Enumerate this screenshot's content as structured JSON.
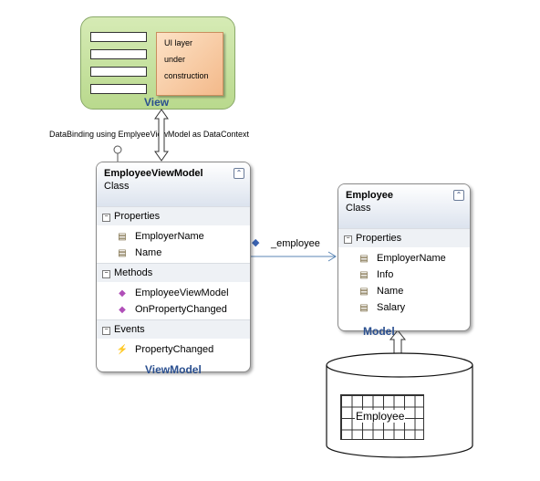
{
  "view": {
    "title": "View",
    "note": [
      "UI layer",
      "under",
      "construction"
    ]
  },
  "binding_caption": "DataBinding using EmplyeeViewModel as DataContext",
  "viewmodel_class": {
    "name": "EmployeeViewModel",
    "kind": "Class",
    "collapse_glyph": "⌃",
    "layer_label": "ViewModel",
    "sections": {
      "properties": {
        "label": "Properties",
        "items": [
          "EmployerName",
          "Name"
        ]
      },
      "methods": {
        "label": "Methods",
        "items": [
          "EmployeeViewModel",
          "OnPropertyChanged"
        ]
      },
      "events": {
        "label": "Events",
        "items": [
          "PropertyChanged"
        ]
      }
    }
  },
  "association": {
    "label": "_employee"
  },
  "employee_class": {
    "name": "Employee",
    "kind": "Class",
    "collapse_glyph": "⌃",
    "layer_label": "Model",
    "sections": {
      "properties": {
        "label": "Properties",
        "items": [
          "EmployerName",
          "Info",
          "Name",
          "Salary"
        ]
      }
    }
  },
  "database": {
    "table_label": "Employee"
  },
  "icons": {
    "property": "property-icon",
    "method": "method-icon",
    "event": "event-icon",
    "interface": "interface-lollipop-icon",
    "association": "association-icon"
  },
  "colors": {
    "view_fill": "#c5e3a0",
    "note_fill": "#f6c89c",
    "layer_label": "#2a4f8f",
    "arrow": "#5b86b5"
  }
}
